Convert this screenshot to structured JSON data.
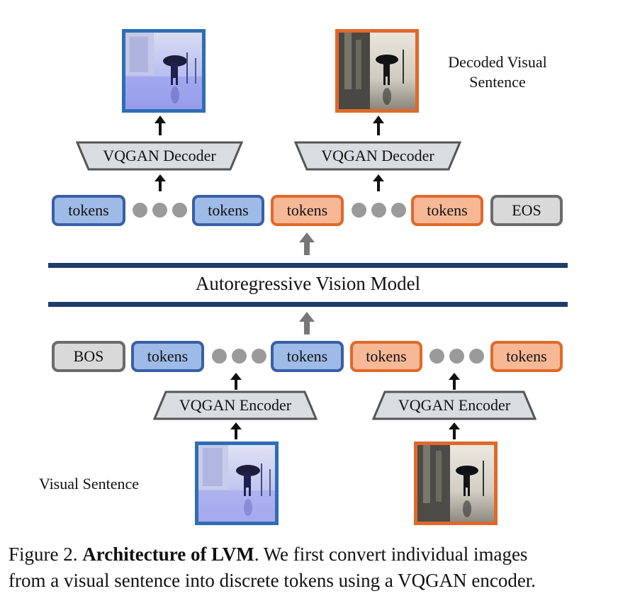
{
  "labels": {
    "decoded_visual_sentence_line1": "Decoded Visual",
    "decoded_visual_sentence_line2": "Sentence",
    "visual_sentence": "Visual Sentence",
    "model": "Autoregressive Vision Model"
  },
  "decoders": [
    "VQGAN Decoder",
    "VQGAN Decoder"
  ],
  "encoders": [
    "VQGAN Encoder",
    "VQGAN Encoder"
  ],
  "top_tokens": [
    "tokens",
    "tokens",
    "tokens",
    "tokens",
    "EOS"
  ],
  "bottom_tokens": [
    "BOS",
    "tokens",
    "tokens",
    "tokens",
    "tokens"
  ],
  "caption": {
    "prefix": "Figure 2. ",
    "title": "Architecture of LVM",
    "line1_rest": ". We first convert individual images",
    "line2": "from a visual sentence into discrete tokens using a VQGAN encoder."
  },
  "colors": {
    "blue_border": "#3a5fa8",
    "blue_fill": "#9dbbe6",
    "orange_border": "#e0692a",
    "orange_fill": "#f7b895",
    "gray_border": "#6b6b6b",
    "gray_fill": "#d9d9d9",
    "bar": "#1f3d6b"
  }
}
